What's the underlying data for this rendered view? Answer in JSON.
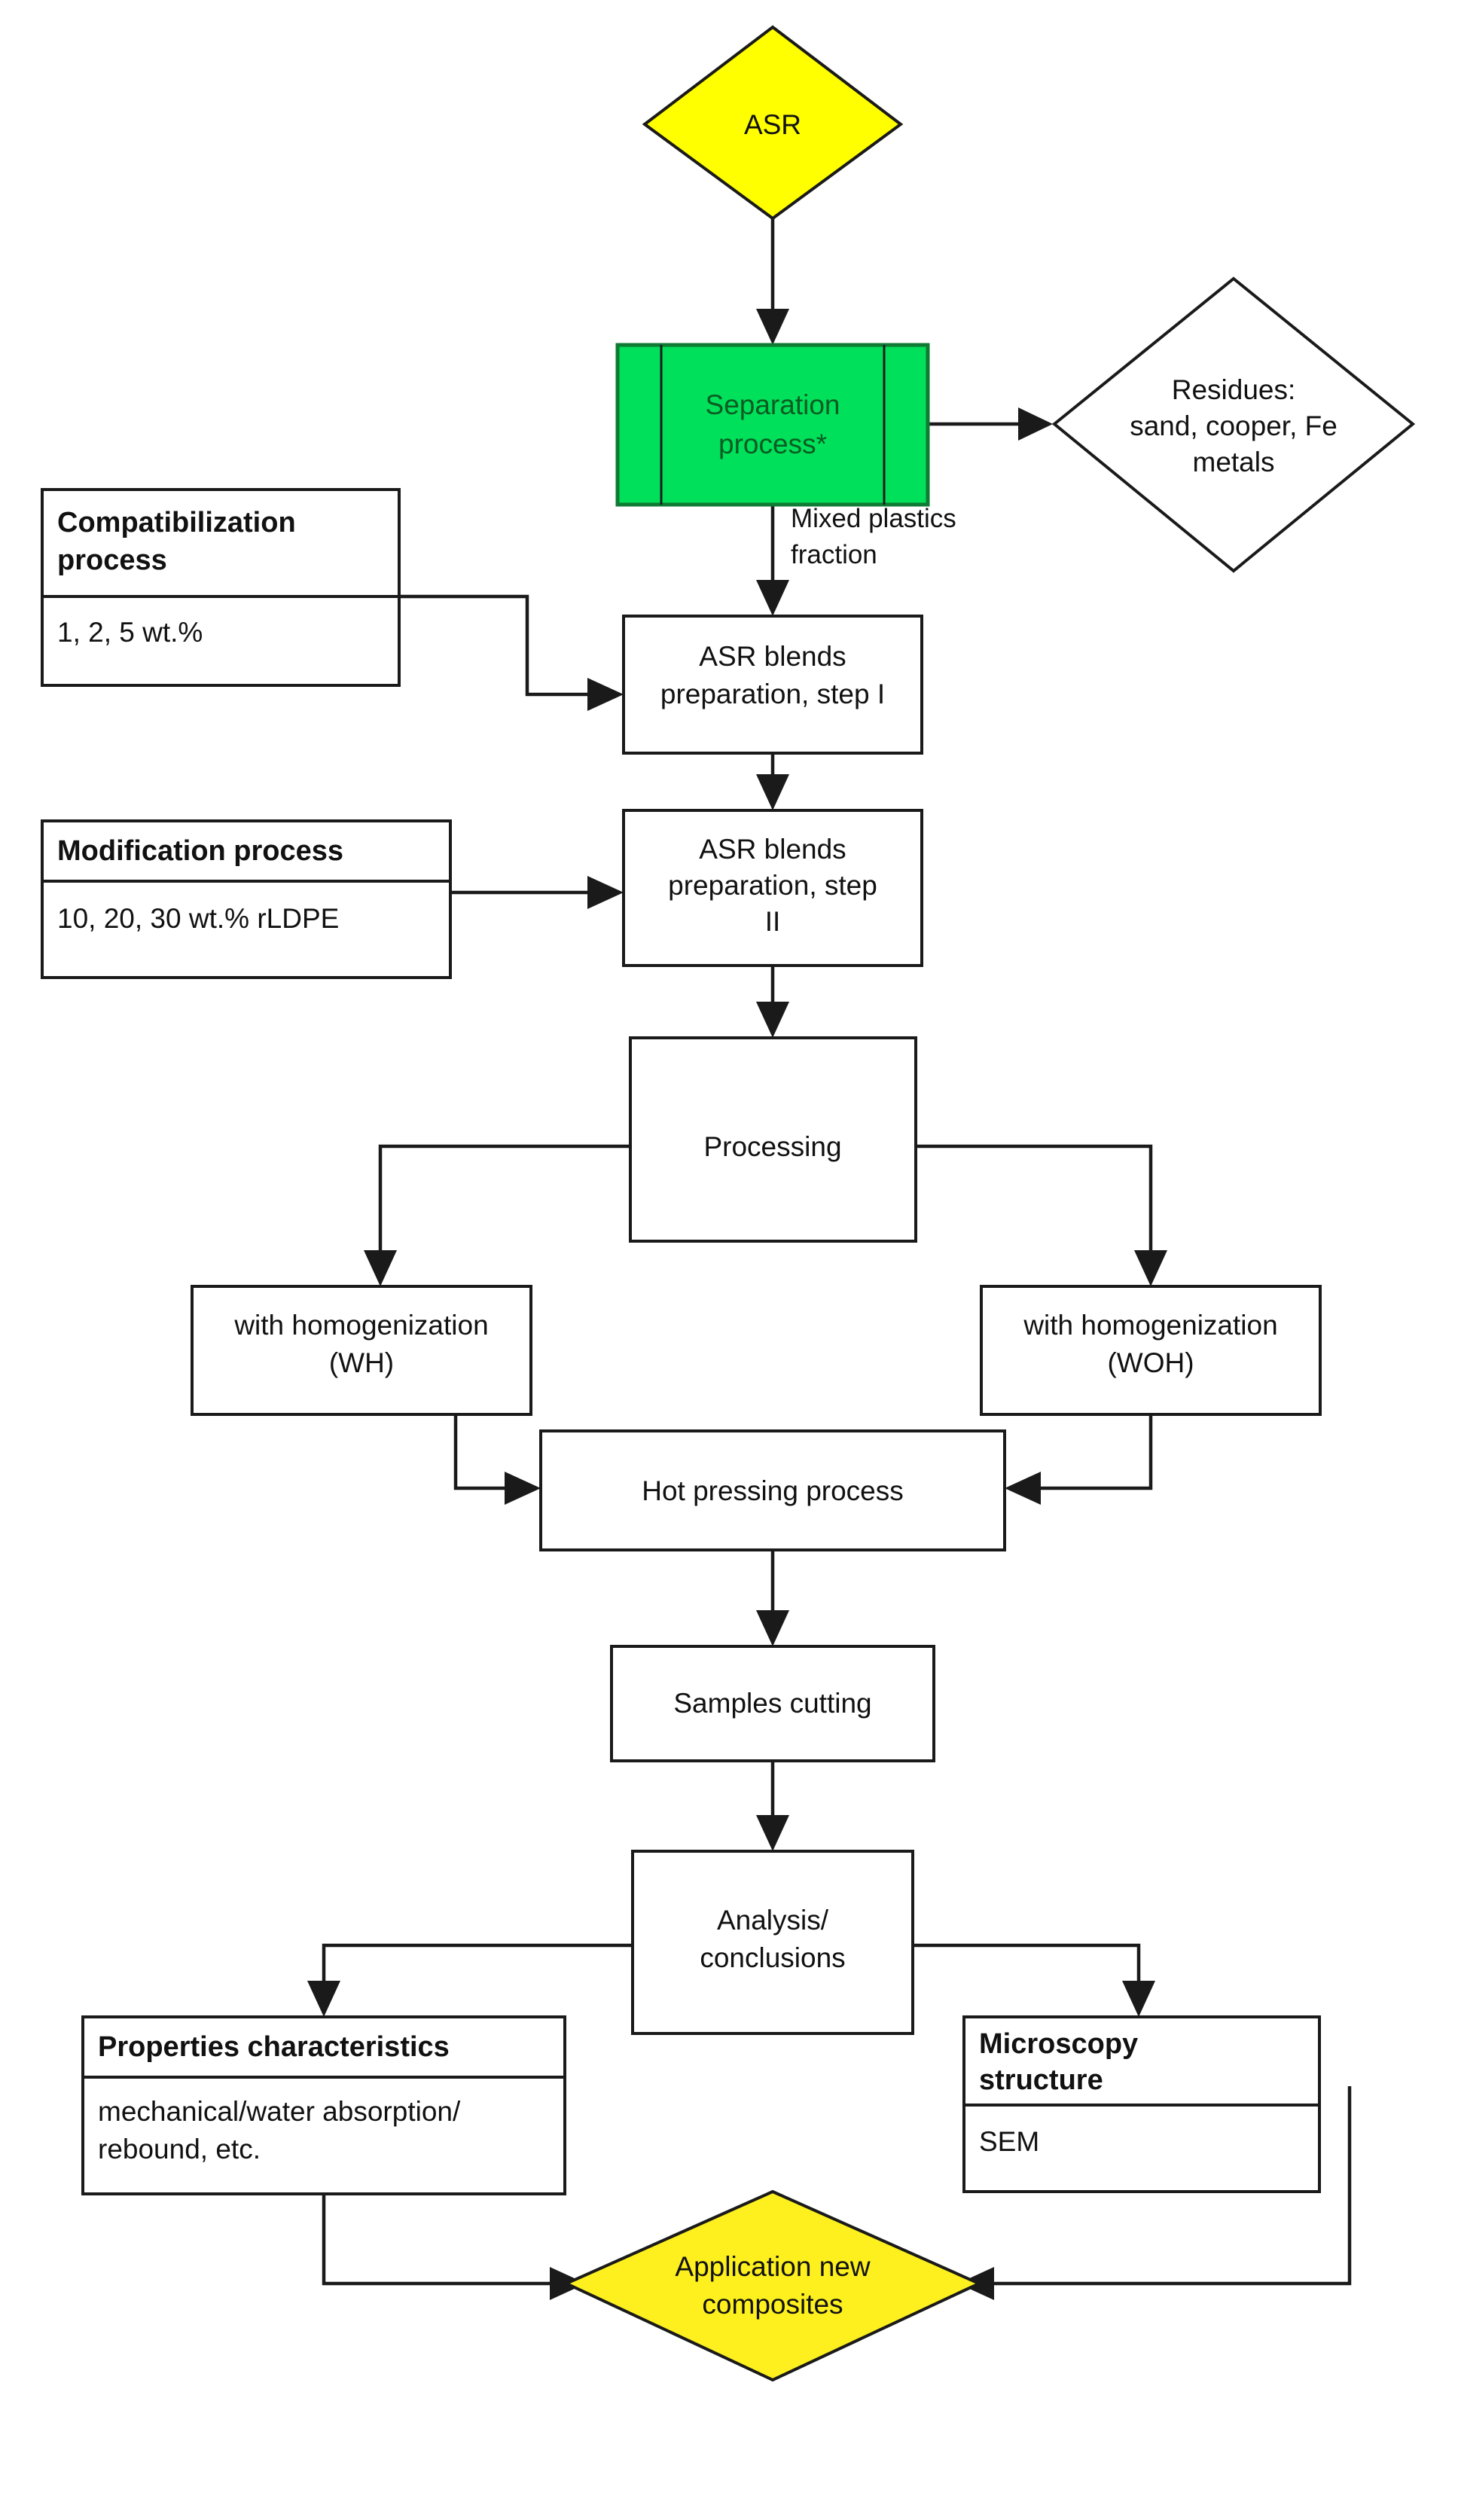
{
  "diagram": {
    "title": "ASR recycling process flowchart",
    "colors": {
      "start_fill": "#ffff00",
      "process_fill": "#00e05a",
      "end_fill": "#fdf01e",
      "box_fill": "#ffffff",
      "stroke": "#1a1a1a"
    },
    "nodes": {
      "asr": {
        "label": "ASR",
        "shape": "diamond",
        "fill": "#ffff00"
      },
      "separation": {
        "label_line1": "Separation",
        "label_line2": "process*",
        "shape": "predefined-process",
        "fill": "#00e05a"
      },
      "residues": {
        "label_line1": "Residues:",
        "label_line2": "sand, cooper, Fe",
        "label_line3": "metals",
        "shape": "diamond",
        "fill": "#ffffff"
      },
      "compatibilization": {
        "header": "Compatibilization",
        "header_line2": "process",
        "body": "1, 2, 5 wt.%",
        "shape": "titled-box"
      },
      "modification": {
        "header": "Modification process",
        "body": "10, 20, 30 wt.%  rLDPE",
        "shape": "titled-box"
      },
      "blends_step1": {
        "label_line1": "ASR blends",
        "label_line2": "preparation, step I",
        "shape": "box"
      },
      "blends_step2": {
        "label_line1": "ASR blends",
        "label_line2": "preparation, step",
        "label_line3": "II",
        "shape": "box"
      },
      "processing": {
        "label": "Processing",
        "shape": "box"
      },
      "with_homogenization_wh": {
        "label_line1": "with homogenization",
        "label_line2": "(WH)",
        "shape": "box"
      },
      "with_homogenization_woh": {
        "label_line1": "with homogenization",
        "label_line2": "(WOH)",
        "shape": "box"
      },
      "hot_pressing": {
        "label": "Hot pressing process",
        "shape": "box"
      },
      "samples_cutting": {
        "label": "Samples cutting",
        "shape": "box"
      },
      "analysis": {
        "label_line1": "Analysis/",
        "label_line2": "conclusions",
        "shape": "box"
      },
      "properties": {
        "header": "Properties characteristics",
        "body_line1": "mechanical/water absorption/",
        "body_line2": "rebound, etc.",
        "shape": "titled-box"
      },
      "microscopy": {
        "header_line1": "Microscopy",
        "header_line2": "structure",
        "body": "SEM",
        "shape": "titled-box"
      },
      "application": {
        "label_line1": "Application new",
        "label_line2": "composites",
        "shape": "diamond",
        "fill": "#fdf01e"
      }
    },
    "edges": {
      "asr_to_separation": {
        "label": ""
      },
      "separation_to_residues": {
        "label": ""
      },
      "separation_to_blends1": {
        "label_line1": "Mixed plastics",
        "label_line2": "fraction"
      },
      "compatibilization_to_blends1": {
        "label": ""
      },
      "blends1_to_blends2": {
        "label": ""
      },
      "modification_to_blends2": {
        "label": ""
      },
      "blends2_to_processing": {
        "label": ""
      },
      "processing_to_wh": {
        "label": ""
      },
      "processing_to_woh": {
        "label": ""
      },
      "wh_to_hot_pressing": {
        "label": ""
      },
      "woh_to_hot_pressing": {
        "label": ""
      },
      "hot_pressing_to_cutting": {
        "label": ""
      },
      "cutting_to_analysis": {
        "label": ""
      },
      "analysis_to_properties": {
        "label": ""
      },
      "analysis_to_microscopy": {
        "label": ""
      },
      "properties_to_application": {
        "label": ""
      },
      "microscopy_to_application": {
        "label": ""
      }
    }
  }
}
